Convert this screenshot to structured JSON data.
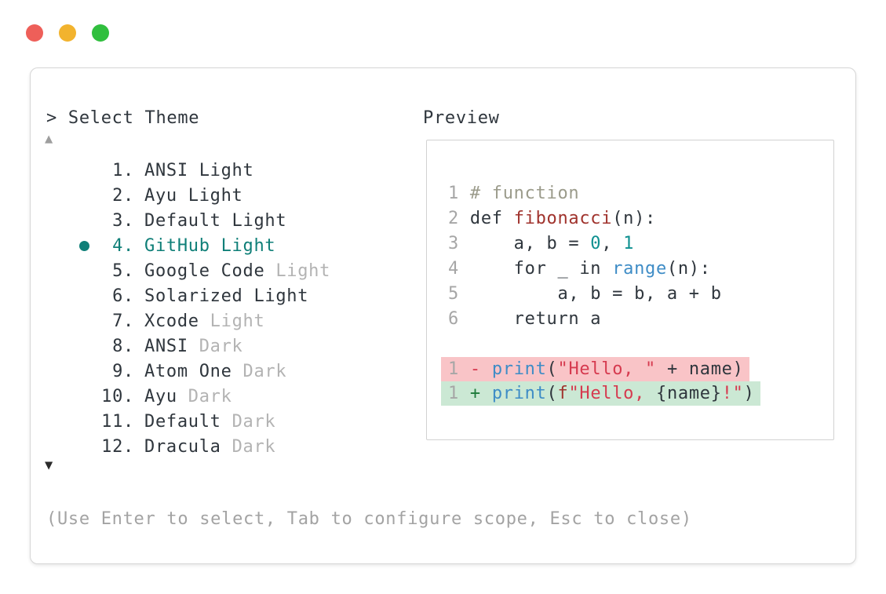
{
  "window": {
    "traffic_lights": [
      {
        "name": "close-button",
        "color": "#ee5f59"
      },
      {
        "name": "minimize-button",
        "color": "#f2b32e"
      },
      {
        "name": "zoom-button",
        "color": "#30bf3e"
      }
    ]
  },
  "dialog": {
    "title": "> Select Theme",
    "scroll_up_icon": "▲",
    "scroll_down_icon": "▼",
    "hint": "(Use Enter to select, Tab to configure scope, Esc to close)",
    "selected_color": "#0f7f78",
    "themes": [
      {
        "num": "1.",
        "name": "ANSI Light",
        "muted": "",
        "selected": false
      },
      {
        "num": "2.",
        "name": "Ayu Light",
        "muted": "",
        "selected": false
      },
      {
        "num": "3.",
        "name": "Default Light",
        "muted": "",
        "selected": false
      },
      {
        "num": "4.",
        "name": "GitHub Light",
        "muted": "",
        "selected": true
      },
      {
        "num": "5.",
        "name": "Google Code",
        "muted": "Light",
        "selected": false
      },
      {
        "num": "6.",
        "name": "Solarized Light",
        "muted": "",
        "selected": false
      },
      {
        "num": "7.",
        "name": "Xcode",
        "muted": "Light",
        "selected": false
      },
      {
        "num": "8.",
        "name": "ANSI",
        "muted": "Dark",
        "selected": false
      },
      {
        "num": "9.",
        "name": "Atom One",
        "muted": "Dark",
        "selected": false
      },
      {
        "num": "10.",
        "name": "Ayu",
        "muted": "Dark",
        "selected": false
      },
      {
        "num": "11.",
        "name": "Default",
        "muted": "Dark",
        "selected": false
      },
      {
        "num": "12.",
        "name": "Dracula",
        "muted": "Dark",
        "selected": false
      }
    ]
  },
  "preview": {
    "label": "Preview",
    "code_lines": [
      [
        [
          "ln",
          "1"
        ],
        [
          "t",
          " "
        ],
        [
          "c",
          "# function"
        ]
      ],
      [
        [
          "ln",
          "2"
        ],
        [
          "t",
          " def "
        ],
        [
          "fn",
          "fibonacci"
        ],
        [
          "t",
          "(n):"
        ]
      ],
      [
        [
          "ln",
          "3"
        ],
        [
          "t",
          "     a, b = "
        ],
        [
          "num",
          "0"
        ],
        [
          "t",
          ", "
        ],
        [
          "num",
          "1"
        ]
      ],
      [
        [
          "ln",
          "4"
        ],
        [
          "t",
          "     for _ in "
        ],
        [
          "bi",
          "range"
        ],
        [
          "t",
          "(n):"
        ]
      ],
      [
        [
          "ln",
          "5"
        ],
        [
          "t",
          "         a, b = b, a + b"
        ]
      ],
      [
        [
          "ln",
          "6"
        ],
        [
          "t",
          "     return a"
        ]
      ]
    ],
    "diff_lines": [
      {
        "type": "del",
        "tokens": [
          [
            "ln",
            "1"
          ],
          [
            "t",
            " "
          ],
          [
            "del",
            "-"
          ],
          [
            "t",
            " "
          ],
          [
            "bi",
            "print"
          ],
          [
            "t",
            "("
          ],
          [
            "s",
            "\"Hello, \""
          ],
          [
            "t",
            " + name)"
          ]
        ]
      },
      {
        "type": "add",
        "tokens": [
          [
            "ln",
            "1"
          ],
          [
            "t",
            " "
          ],
          [
            "add",
            "+"
          ],
          [
            "t",
            " "
          ],
          [
            "bi",
            "print"
          ],
          [
            "t",
            "("
          ],
          [
            "sf",
            "f"
          ],
          [
            "s",
            "\"Hello, "
          ],
          [
            "t",
            "{name}"
          ],
          [
            "s",
            "!\""
          ],
          [
            "t",
            ")"
          ]
        ]
      }
    ],
    "token_colors": {
      "default": "#2f363d",
      "line_number": "#a6a6a6",
      "comment": "#9b9b8b",
      "function": "#a0332d",
      "number": "#0e9090",
      "builtin": "#3e8cc6",
      "string": "#d63a4f",
      "deletion": "#d63a4f",
      "addition": "#1d7a3a",
      "deletion_bg": "#f9c4c7",
      "addition_bg": "#cbe8d4"
    }
  }
}
